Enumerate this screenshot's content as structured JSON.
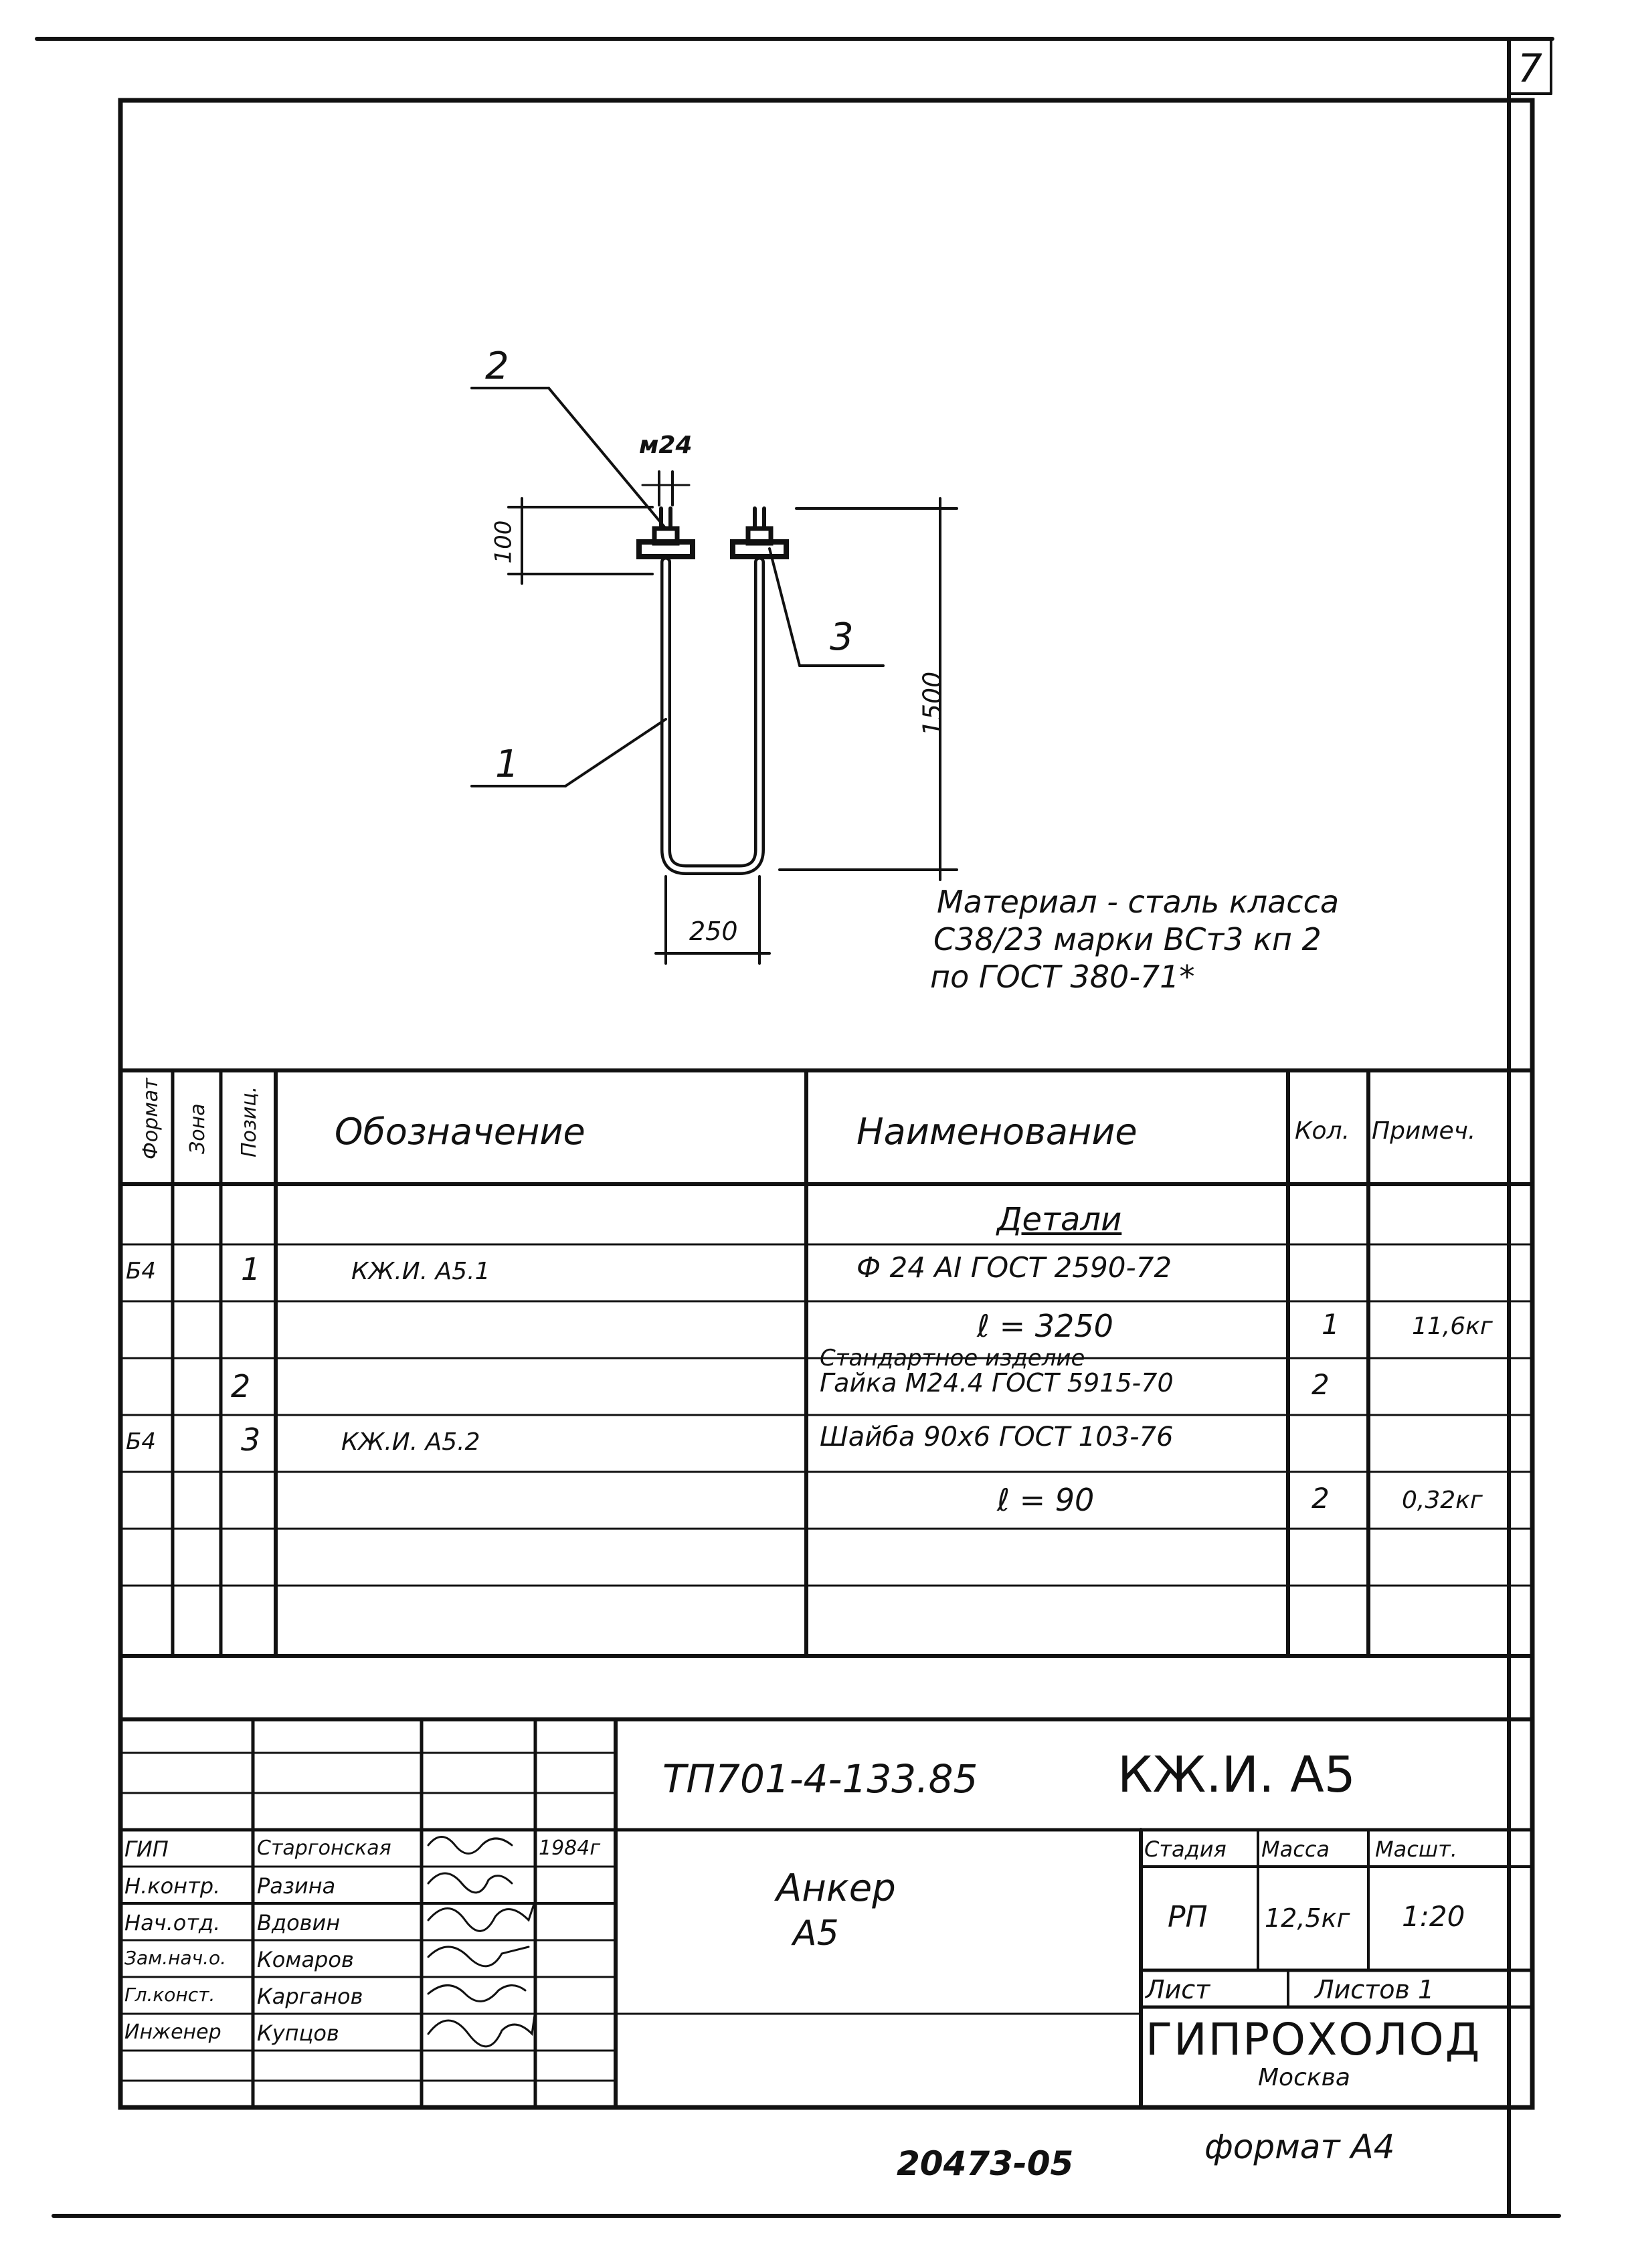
{
  "sheet": {
    "page_number": "7",
    "bottom_code": "20473-05",
    "format_label": "формат А4"
  },
  "drawing": {
    "callouts": [
      "2",
      "3",
      "1"
    ],
    "dim_thread": "м24",
    "dim_100": "100",
    "dim_1500": "1500",
    "dim_250": "250",
    "material_note": [
      "Материал - сталь класса",
      "С38/23 марки  ВСт3 кп 2",
      "по ГОСТ 380-71*"
    ]
  },
  "spec_table": {
    "headers": {
      "format": "Формат",
      "zone": "Зона",
      "position": "Позиц.",
      "designation": "Обозначение",
      "name": "Наименование",
      "qty": "Кол.",
      "note": "Примеч."
    },
    "section_title": "Детали",
    "rows": [
      {
        "format": "Б4",
        "position": "1",
        "designation": "КЖ.И.  А5.1",
        "name": "Ф 24 АI  ГОСТ 2590-72",
        "qty": "",
        "note": ""
      },
      {
        "format": "",
        "position": "",
        "designation": "",
        "name": "ℓ = 3250",
        "qty": "1",
        "note": "11,6кг"
      },
      {
        "format": "",
        "position": "2",
        "designation": "",
        "name_line1": "Стандартное  изделие",
        "name": "Гайка М24.4 ГОСТ 5915-70",
        "qty": "2",
        "note": ""
      },
      {
        "format": "Б4",
        "position": "3",
        "designation": "КЖ.И.  А5.2",
        "name": "Шайба 90х6 ГОСТ 103-76",
        "qty": "",
        "note": ""
      },
      {
        "format": "",
        "position": "",
        "designation": "",
        "name": "ℓ = 90",
        "qty": "2",
        "note": "0,32кг"
      }
    ]
  },
  "title_block": {
    "doc_code": "ТП701-4-133.85",
    "mark": "КЖ.И. А5",
    "item_name_line1": "Анкер",
    "item_name_line2": "А5",
    "stage_header": "Стадия",
    "mass_header": "Масса",
    "scale_header": "Масшт.",
    "stage": "РП",
    "mass": "12,5кг",
    "scale": "1:20",
    "sheet_label": "Лист",
    "sheets_label": "Листов 1",
    "org_name": "ГИПРОХОЛОД",
    "org_city": "Москва",
    "signers": [
      {
        "role": "ГИП",
        "name": "Старгонская",
        "sign": "Смар",
        "date": "1984г"
      },
      {
        "role": "Н.контр.",
        "name": "Разина",
        "sign": "Раз",
        "date": ""
      },
      {
        "role": "Нач.отд.",
        "name": "Вдовин",
        "sign": "Вдов",
        "date": ""
      },
      {
        "role": "Зам.нач.о.",
        "name": "Комаров",
        "sign": "Ком",
        "date": ""
      },
      {
        "role": "Гл.конст.",
        "name": "Карганов",
        "sign": "Кар",
        "date": ""
      },
      {
        "role": "Инженер",
        "name": "Купцов",
        "sign": "Куп",
        "date": ""
      }
    ]
  }
}
